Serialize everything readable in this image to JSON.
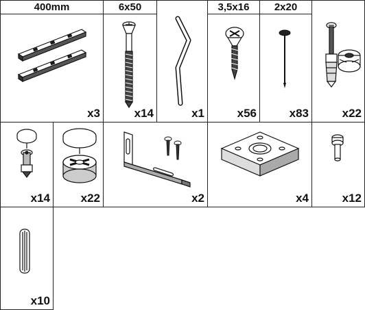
{
  "parts": [
    {
      "id": "drawer-slides",
      "label": "400mm",
      "qty": "x3",
      "icon": "drawer-slide-rails-icon"
    },
    {
      "id": "confirmat-screw",
      "label": "6x50",
      "qty": "x14",
      "icon": "confirmat-screw-icon"
    },
    {
      "id": "hex-key",
      "label": "",
      "qty": "x1",
      "icon": "hex-key-icon"
    },
    {
      "id": "wood-screw",
      "label": "3,5x16",
      "qty": "x56",
      "icon": "wood-screw-icon"
    },
    {
      "id": "nail",
      "label": "2x20",
      "qty": "x83",
      "icon": "nail-icon"
    },
    {
      "id": "cam-bolt-set",
      "label": "",
      "qty": "x22",
      "icon": "cam-bolt-set-icon"
    },
    {
      "id": "cam-bolt",
      "label": "",
      "qty": "x14",
      "icon": "cam-bolt-icon"
    },
    {
      "id": "cam-lock",
      "label": "",
      "qty": "x22",
      "icon": "cam-lock-icon"
    },
    {
      "id": "l-bracket",
      "label": "",
      "qty": "x2",
      "icon": "l-bracket-with-screws-icon"
    },
    {
      "id": "mounting-plate",
      "label": "",
      "qty": "x4",
      "icon": "mounting-plate-icon"
    },
    {
      "id": "shelf-support",
      "label": "",
      "qty": "x12",
      "icon": "shelf-support-pin-icon"
    },
    {
      "id": "wood-dowel",
      "label": "",
      "qty": "x10",
      "icon": "wood-dowel-icon"
    }
  ]
}
